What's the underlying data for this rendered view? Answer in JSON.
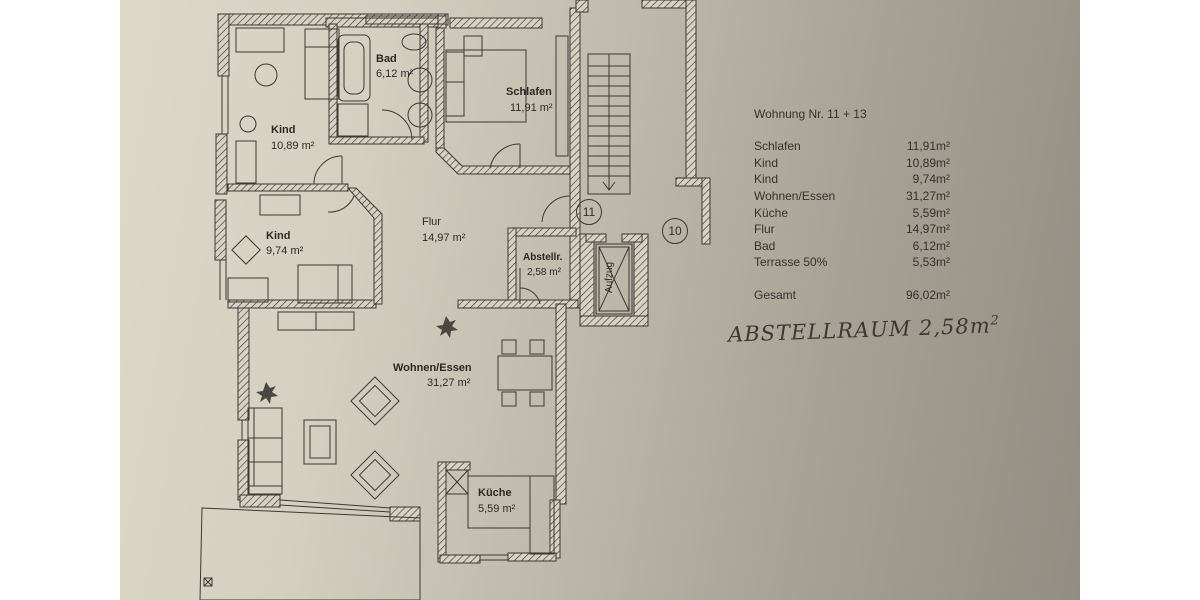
{
  "document": {
    "type": "floor-plan-photo",
    "background_colors": {
      "margin": "#ffffff",
      "paper_light": "#ddd8c8",
      "paper_dark": "#928d82",
      "ink": "#2e2c28"
    }
  },
  "floorplan": {
    "rooms": [
      {
        "id": "kind1",
        "name": "Kind",
        "area": "10,89 m²"
      },
      {
        "id": "bad",
        "name": "Bad",
        "area": "6,12 m²"
      },
      {
        "id": "schlafen",
        "name": "Schlafen",
        "area": "11,91 m²"
      },
      {
        "id": "kind2",
        "name": "Kind",
        "area": "9,74 m²"
      },
      {
        "id": "flur",
        "name": "Flur",
        "area": "14,97 m²"
      },
      {
        "id": "abstell",
        "name": "Abstellr.",
        "area": "2,58 m²"
      },
      {
        "id": "wohnen",
        "name": "Wohnen/Essen",
        "area": "31,27 m²"
      },
      {
        "id": "kueche",
        "name": "Küche",
        "area": "5,59 m²"
      }
    ],
    "markers": {
      "apt_11": "11",
      "apt_10": "10",
      "elevator": "Aufzug"
    }
  },
  "legend": {
    "title": "Wohnung Nr. 11 + 13",
    "rows": [
      {
        "name": "Schlafen",
        "value": "11,91m²"
      },
      {
        "name": "Kind",
        "value": "10,89m²"
      },
      {
        "name": "Kind",
        "value": "9,74m²"
      },
      {
        "name": "Wohnen/Essen",
        "value": "31,27m²"
      },
      {
        "name": "Küche",
        "value": "5,59m²"
      },
      {
        "name": "Flur",
        "value": "14,97m²"
      },
      {
        "name": "Bad",
        "value": "6,12m²"
      },
      {
        "name": "Terrasse 50%",
        "value": "5,53m²"
      }
    ],
    "total": {
      "name": "Gesamt",
      "value": "96,02m²"
    }
  },
  "handwritten_note": {
    "text": "ABSTELLRAUM 2,58m",
    "superscript": "2"
  }
}
